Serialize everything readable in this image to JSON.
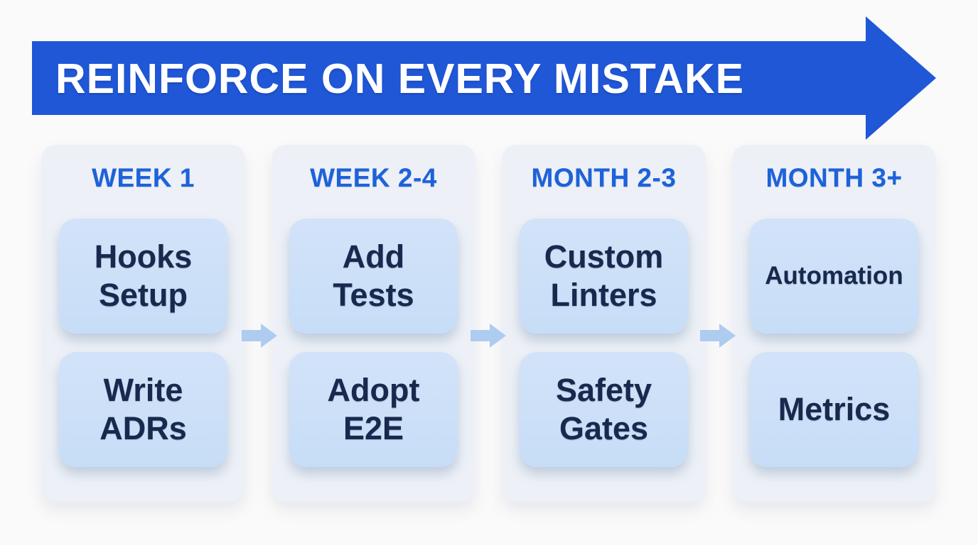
{
  "banner": {
    "title": "REINFORCE ON EVERY MISTAKE"
  },
  "columns": [
    {
      "header": "WEEK 1",
      "cards": [
        {
          "label": "Hooks Setup"
        },
        {
          "label": "Write ADRs"
        }
      ]
    },
    {
      "header": "WEEK 2-4",
      "cards": [
        {
          "label": "Add Tests"
        },
        {
          "label": "Adopt E2E"
        }
      ]
    },
    {
      "header": "MONTH 2-3",
      "cards": [
        {
          "label": "Custom Linters"
        },
        {
          "label": "Safety Gates"
        }
      ]
    },
    {
      "header": "MONTH 3+",
      "cards": [
        {
          "label": "Automation"
        },
        {
          "label": "Metrics"
        }
      ]
    }
  ],
  "icons": {
    "banner_arrow": "arrow-right-banner",
    "connector": "arrow-right"
  },
  "colors": {
    "banner_blue": "#1f57d6",
    "header_blue": "#1d62da",
    "panel_bg": "#edf1f7",
    "card_bg": "#cadef7",
    "card_text": "#18294e",
    "connector_blue": "#aecbf0",
    "banner_text": "#ffffff",
    "page_bg": "#fbfafa"
  }
}
